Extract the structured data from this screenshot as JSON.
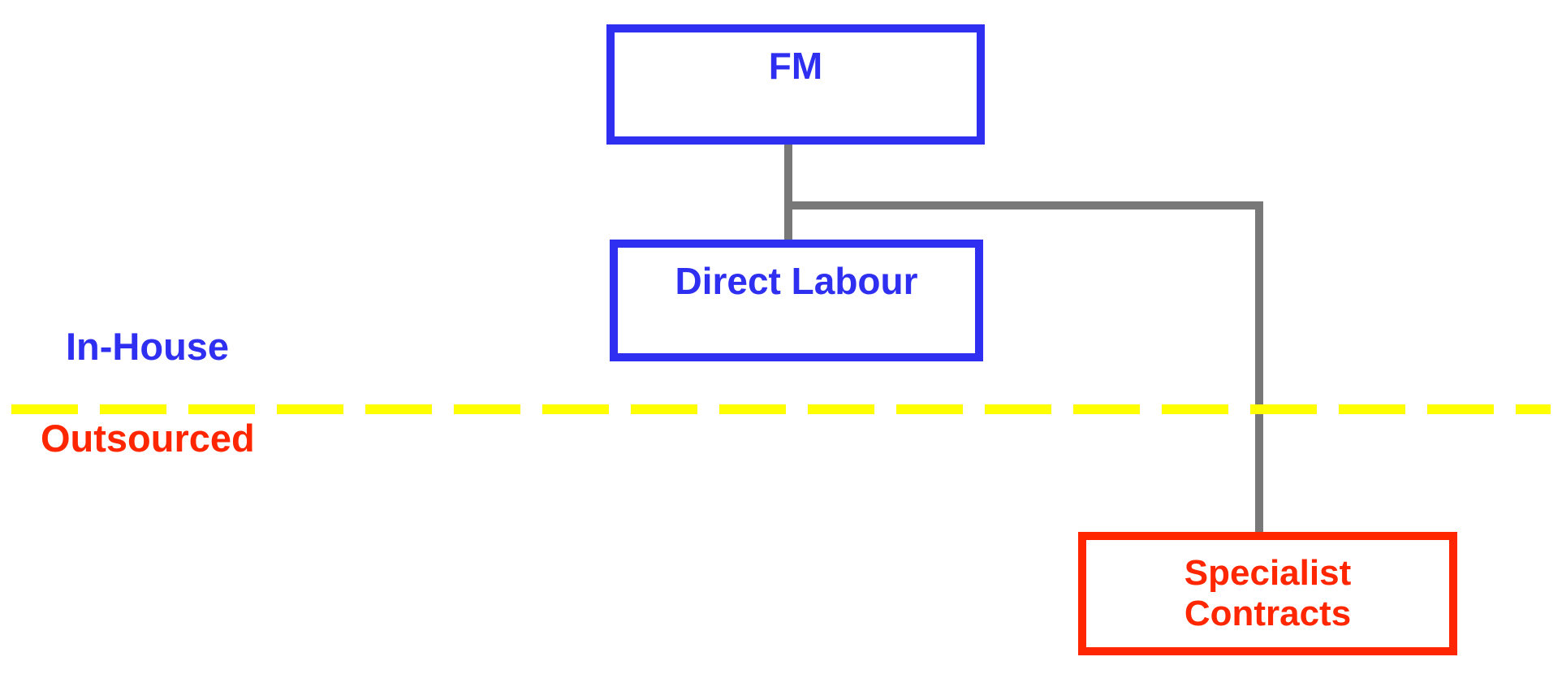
{
  "diagram": {
    "type": "org-chart",
    "nodes": {
      "fm": {
        "label": "FM",
        "zone": "in-house"
      },
      "direct_labour": {
        "label": "Direct Labour",
        "zone": "in-house"
      },
      "specialist_contracts": {
        "label": "Specialist\nContracts",
        "zone": "outsourced"
      }
    },
    "edges": [
      {
        "from": "FM",
        "to": "Direct Labour"
      },
      {
        "from": "FM",
        "to": "Specialist Contracts"
      }
    ],
    "zones": {
      "in_house_label": "In-House",
      "outsourced_label": "Outsourced"
    },
    "colors": {
      "in_house_accent": "#2f2ff2",
      "outsourced_accent": "#ff2600",
      "connector": "#787878",
      "divider": "#ffff00",
      "background": "#ffffff"
    }
  }
}
